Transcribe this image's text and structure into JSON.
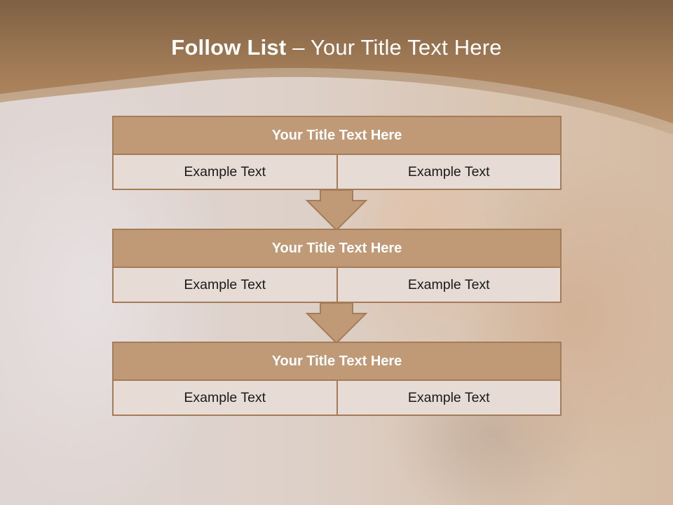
{
  "slide": {
    "title_strong": "Follow List",
    "title_rest": "– Your Title Text Here"
  },
  "steps": [
    {
      "title": "Your Title Text Here",
      "items": [
        "Example Text",
        "Example Text"
      ]
    },
    {
      "title": "Your Title Text Here",
      "items": [
        "Example Text",
        "Example Text"
      ]
    },
    {
      "title": "Your Title Text Here",
      "items": [
        "Example Text",
        "Example Text"
      ]
    }
  ],
  "colors": {
    "header_brown": "#8b6a48",
    "title_fill": "#c09a77",
    "border": "#a47c58",
    "cell_fill": "#e7dcd5",
    "arrow_fill": "#c09a77"
  },
  "icons": [
    "arrow-down-icon",
    "arrow-down-icon"
  ]
}
